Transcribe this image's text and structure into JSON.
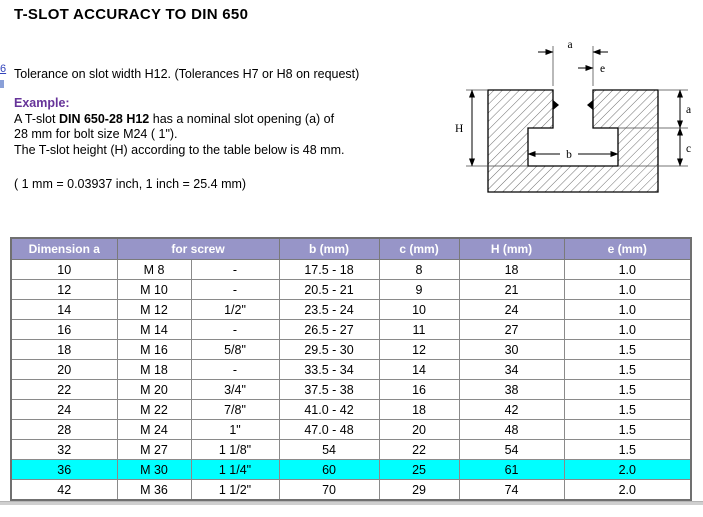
{
  "page": {
    "title": "T-SLOT ACCURACY TO DIN 650",
    "left_fragment": "6",
    "intro": "Tolerance on slot width H12. (Tolerances H7 or H8 on request)",
    "example": {
      "label": "Example:",
      "line1_pre": "A T-slot ",
      "line1_bold": "DIN 650-28 H12",
      "line1_post": " has a nominal slot opening (a) of",
      "line2": "28 mm for bolt size M24 ( 1\").",
      "line3": "The T-slot height (H) according to the table below is 48 mm."
    },
    "conversion": "( 1 mm = 0.03937 inch, 1 inch = 25.4 mm)"
  },
  "colors": {
    "example_label": "#663399",
    "link_blue": "#3344BB"
  },
  "diagram": {
    "labels": {
      "a_top": "a",
      "e": "e",
      "H": "H",
      "b": "b",
      "a_right": "a",
      "c": "c"
    }
  },
  "table": {
    "header_bg": "#9795C8",
    "highlight_color": "#00FFFF",
    "highlight_row_index": 10,
    "headers": {
      "dimension_a": "Dimension a",
      "for_screw": "for screw",
      "b": "b (mm)",
      "c": "c (mm)",
      "H": "H (mm)",
      "e": "e (mm)"
    },
    "rows": [
      [
        "10",
        "M 8",
        "-",
        "17.5 - 18",
        "8",
        "18",
        "1.0"
      ],
      [
        "12",
        "M 10",
        "-",
        "20.5 - 21",
        "9",
        "21",
        "1.0"
      ],
      [
        "14",
        "M 12",
        "1/2\"",
        "23.5 - 24",
        "10",
        "24",
        "1.0"
      ],
      [
        "16",
        "M 14",
        "-",
        "26.5 - 27",
        "11",
        "27",
        "1.0"
      ],
      [
        "18",
        "M 16",
        "5/8\"",
        "29.5 - 30",
        "12",
        "30",
        "1.5"
      ],
      [
        "20",
        "M 18",
        "-",
        "33.5 - 34",
        "14",
        "34",
        "1.5"
      ],
      [
        "22",
        "M 20",
        "3/4\"",
        "37.5 - 38",
        "16",
        "38",
        "1.5"
      ],
      [
        "24",
        "M 22",
        "7/8\"",
        "41.0 - 42",
        "18",
        "42",
        "1.5"
      ],
      [
        "28",
        "M 24",
        "1\"",
        "47.0 - 48",
        "20",
        "48",
        "1.5"
      ],
      [
        "32",
        "M 27",
        "1 1/8\"",
        "54",
        "22",
        "54",
        "1.5"
      ],
      [
        "36",
        "M 30",
        "1 1/4\"",
        "60",
        "25",
        "61",
        "2.0"
      ],
      [
        "42",
        "M 36",
        "1 1/2\"",
        "70",
        "29",
        "74",
        "2.0"
      ]
    ]
  }
}
